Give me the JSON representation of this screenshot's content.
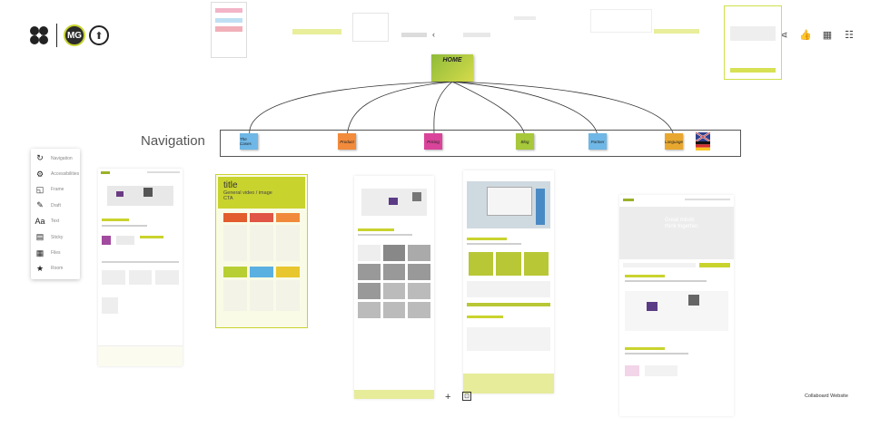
{
  "header": {
    "avatar_initials": "MG",
    "right_icons": [
      "share-icon",
      "thumbs-up-icon",
      "grid-icon",
      "sliders-icon"
    ]
  },
  "toolbar": {
    "items": [
      {
        "icon": "navigation-icon",
        "glyph": "↻",
        "label": "Navigation"
      },
      {
        "icon": "accessibility-icon",
        "glyph": "⚙",
        "label": "Accessibilities"
      },
      {
        "icon": "frame-icon",
        "glyph": "◱",
        "label": "Frame"
      },
      {
        "icon": "pen-icon",
        "glyph": "✎",
        "label": "Draft"
      },
      {
        "icon": "text-icon",
        "glyph": "Aa",
        "label": "Text"
      },
      {
        "icon": "sticky-icon",
        "glyph": "▤",
        "label": "Sticky"
      },
      {
        "icon": "document-icon",
        "glyph": "▦",
        "label": "Files"
      },
      {
        "icon": "star-icon",
        "glyph": "★",
        "label": "Room"
      }
    ]
  },
  "mindmap": {
    "home": "HOME",
    "navigation_label": "Navigation",
    "nodes": [
      {
        "label": "The Cases",
        "color": "#6fb7e6"
      },
      {
        "label": "Product",
        "color": "#f28b3c"
      },
      {
        "label": "Pricing",
        "color": "#d9449a"
      },
      {
        "label": "Blog",
        "color": "#a6c83a"
      },
      {
        "label": "Partner",
        "color": "#6fb7e6"
      },
      {
        "label": "Language",
        "color": "#e8a830"
      }
    ]
  },
  "wireframe": {
    "title": "title",
    "subtitle": "General video / image",
    "cta": "CTA"
  },
  "hero": {
    "text": "Great minds think together."
  },
  "bottom_controls": {
    "zoom_plus": "+"
  },
  "caption": "Collaboard Website"
}
